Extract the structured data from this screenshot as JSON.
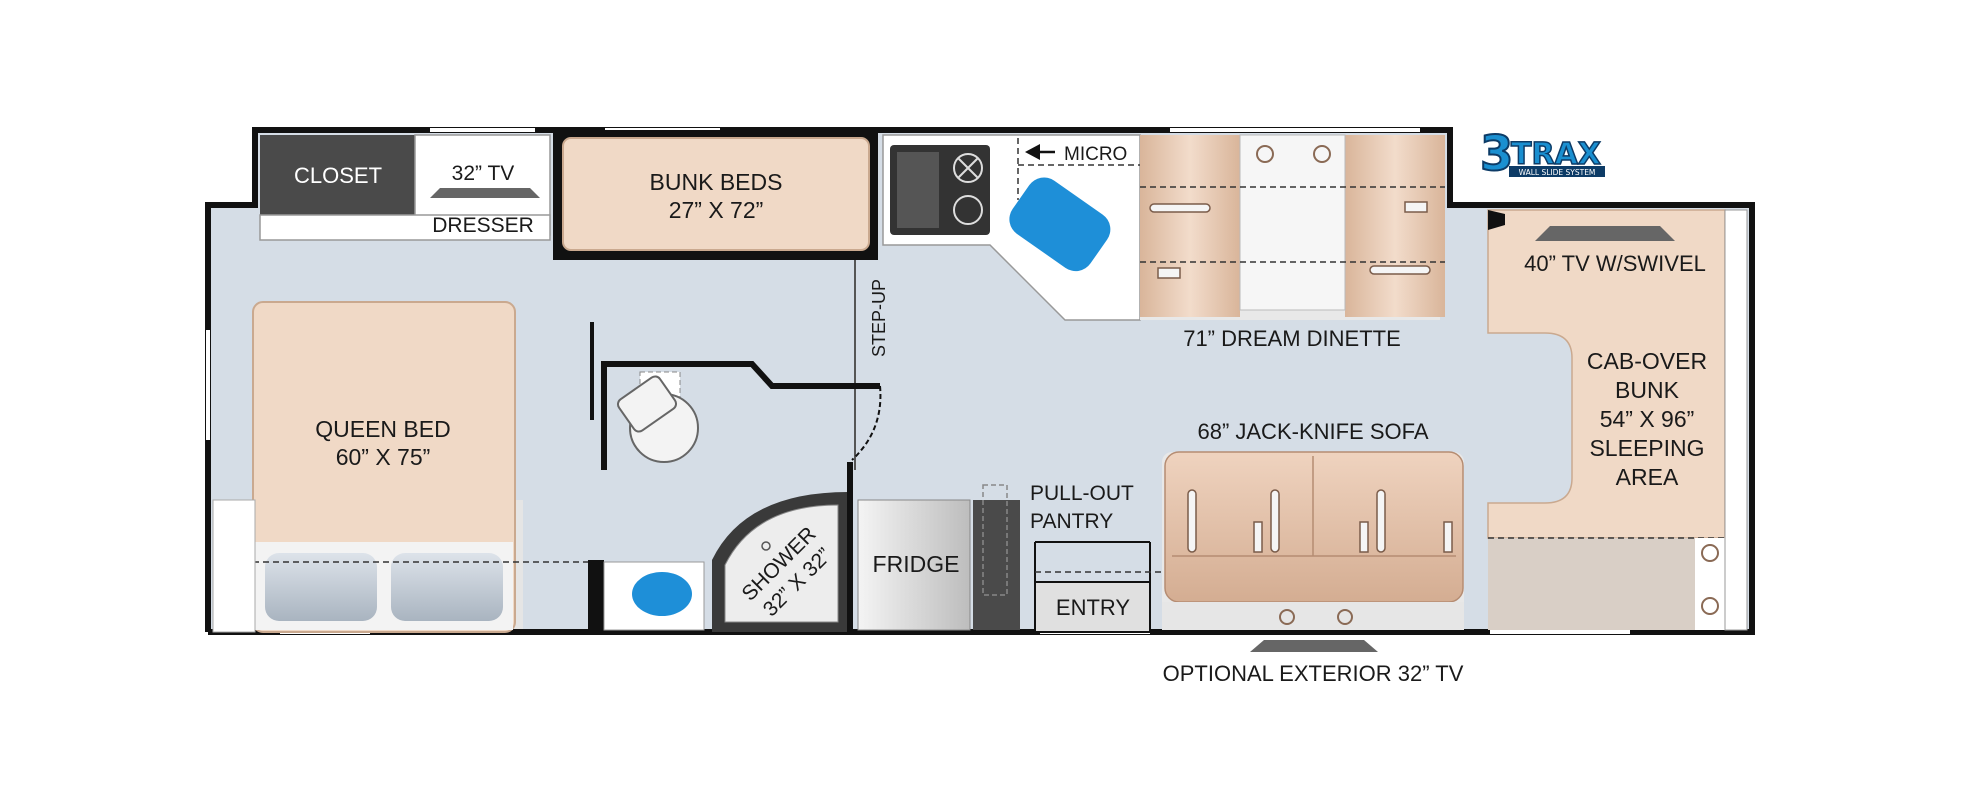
{
  "floorplan": {
    "logo": {
      "brand": "3TRAX",
      "tagline": "WALL SLIDE SYSTEM"
    },
    "labels": {
      "closet": "CLOSET",
      "tv_32": "32” TV",
      "dresser": "DRESSER",
      "bunk_beds_title": "BUNK BEDS",
      "bunk_beds_size": "27” X 72”",
      "micro": "MICRO",
      "step_up": "STEP-UP",
      "dinette": "71” DREAM DINETTE",
      "tv_40": "40” TV W/SWIVEL",
      "cab_over_1": "CAB-OVER",
      "cab_over_2": "BUNK",
      "cab_over_3": "54” X 96”",
      "cab_over_4": "SLEEPING",
      "cab_over_5": "AREA",
      "queen_bed_title": "QUEEN BED",
      "queen_bed_size": "60” X 75”",
      "sofa": "68” JACK-KNIFE SOFA",
      "pullout_1": "PULL-OUT",
      "pullout_2": "PANTRY",
      "shower_1": "SHOWER",
      "shower_2": "32” X 32”",
      "fridge": "FRIDGE",
      "entry": "ENTRY",
      "exterior_tv": "OPTIONAL EXTERIOR 32” TV"
    },
    "colors": {
      "floor": "#d5dde6",
      "wall": "#111111",
      "bed_fill": "#f0d9c6",
      "cushion": "#e6c7ae",
      "water_blue": "#1e8fd8",
      "logo_blue": "#1a8fd0"
    }
  }
}
